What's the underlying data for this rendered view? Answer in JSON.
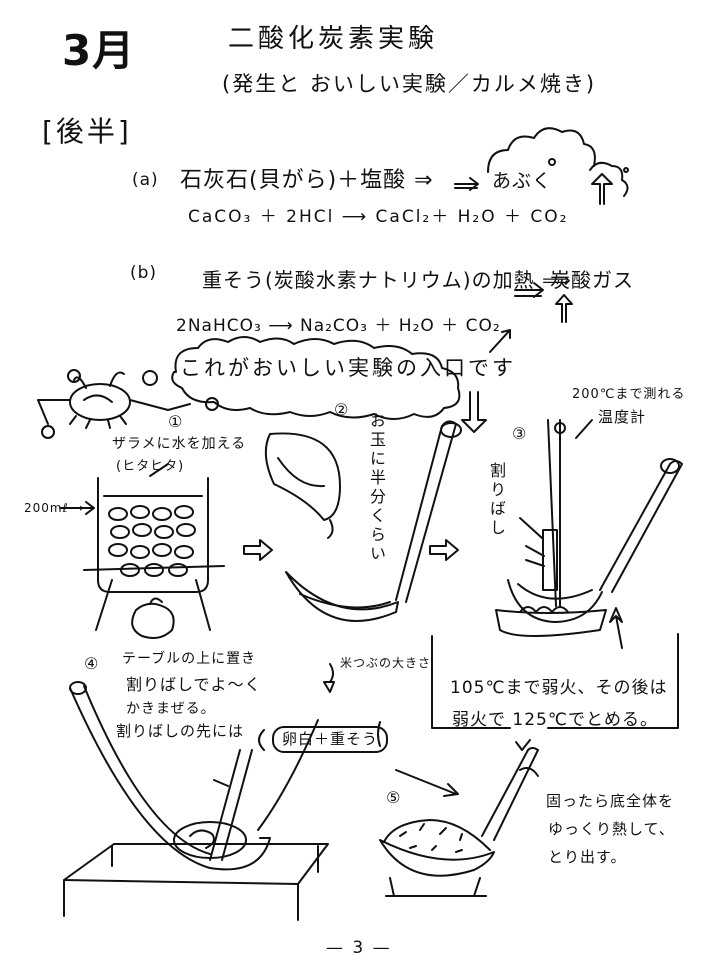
{
  "header": {
    "month": "3月",
    "title": "二酸化炭素実験",
    "subtitle": "(発生と おいしい実験／カルメ焼き)"
  },
  "section": "[後半]",
  "part_a": {
    "label": "(a)",
    "text": "石灰石(貝がら)＋塩酸 ⇒",
    "result": "あぶく",
    "equation": "CaCO₃ ＋ 2HCl ⟶ CaCl₂＋ H₂O ＋ CO₂"
  },
  "part_b": {
    "label": "(b)",
    "text": "重そう(炭酸水素ナトリウム)の加熱 ⟹",
    "result": "炭酸ガス",
    "equation": "2NaHCO₃ ⟶ Na₂CO₃ ＋ H₂O ＋ CO₂",
    "entrance": "これがおいしい実験の入口です"
  },
  "steps": {
    "s1": {
      "num": "①",
      "text": "ザラメに水を加える",
      "sub": "(ヒタヒタ)",
      "volume": "200mℓ →"
    },
    "s2": {
      "num": "②",
      "text": "お玉に半分くらい"
    },
    "s3": {
      "num": "③",
      "top": "200℃まで測れる",
      "thermo": "温度計",
      "stick": "割りばし"
    },
    "s4": {
      "num": "④",
      "line1": "テーブルの上に置き",
      "line2": "割りばしでよ～く",
      "line3": "かきまぜる。",
      "line4": "割りばしの先には",
      "box": "卵白＋重そう",
      "rice": "米つぶの大きさ"
    },
    "heat": {
      "line1": "105℃まで弱火、その後は",
      "line2": "弱火で 125℃でとめる。"
    },
    "s5": {
      "num": "⑤",
      "line1": "固ったら底全体を",
      "line2": "ゆっくり熱して、",
      "line3": "とり出す。"
    }
  },
  "footer": {
    "page": "— 3 —"
  }
}
